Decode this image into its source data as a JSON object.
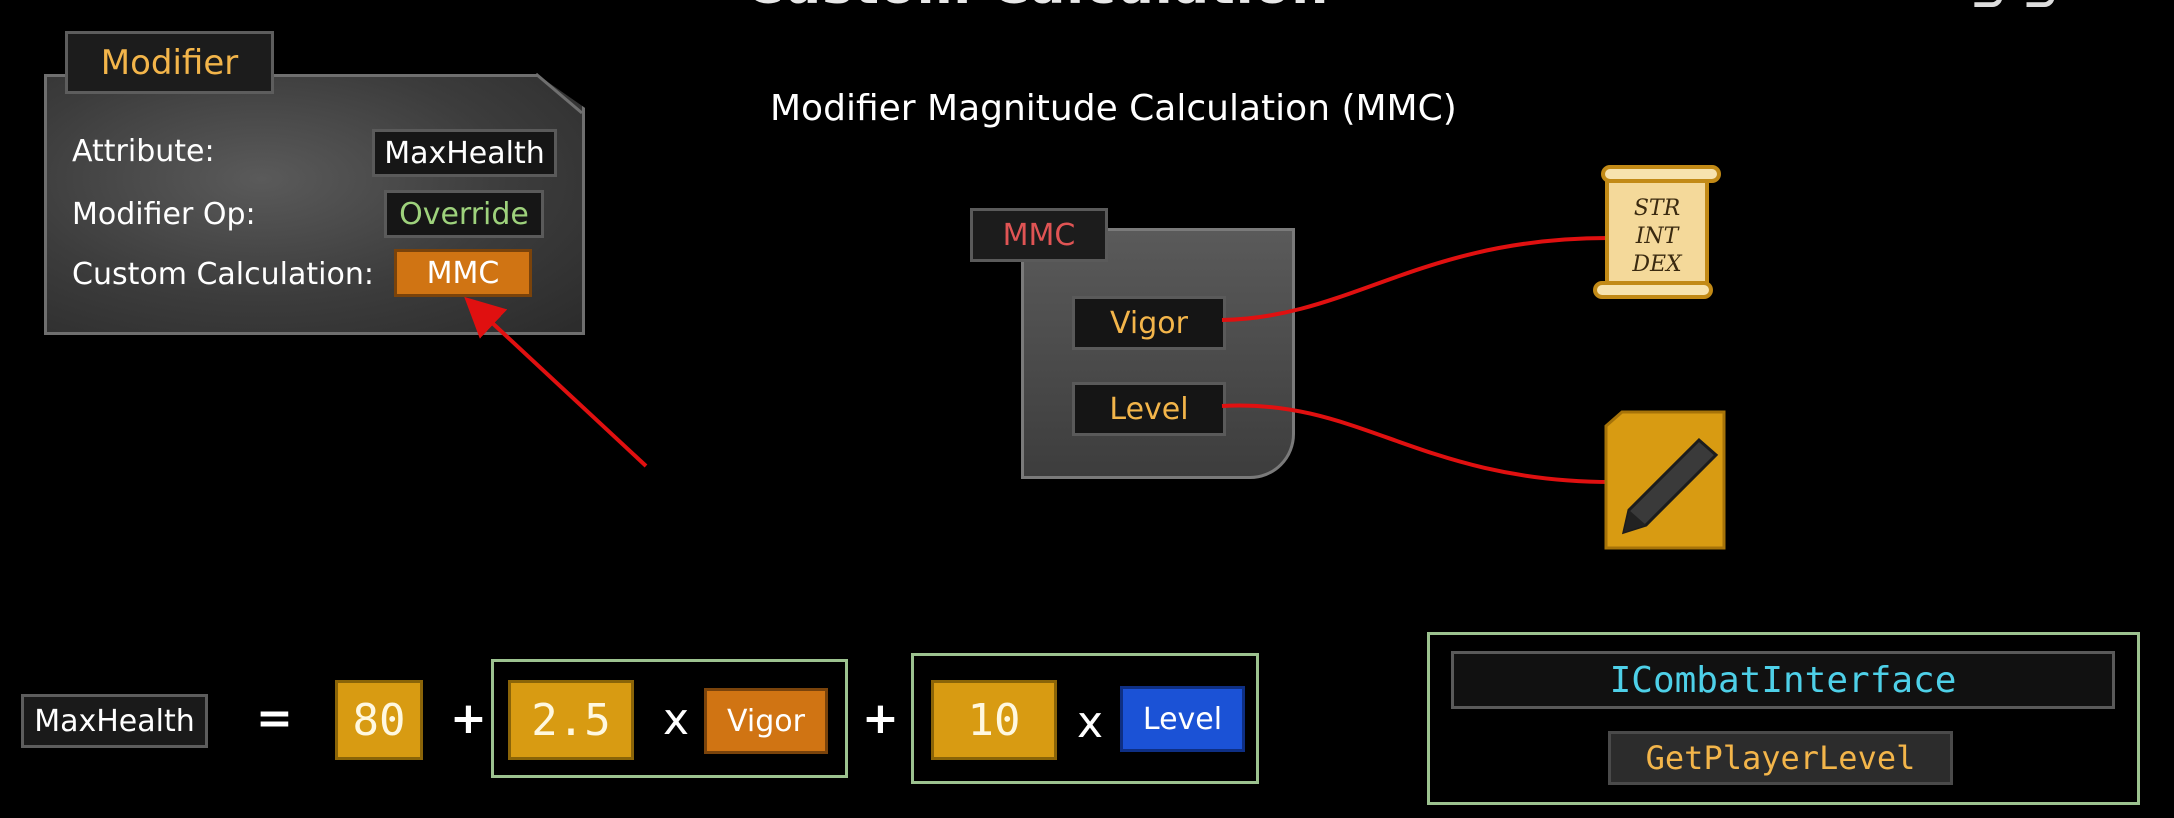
{
  "header": {
    "title": "Custom Calculation"
  },
  "modifier": {
    "tab_label": "Modifier",
    "attribute_label": "Attribute:",
    "attribute_value": "MaxHealth",
    "op_label": "Modifier Op:",
    "op_value": "Override",
    "calc_label": "Custom Calculation:",
    "calc_value": "MMC"
  },
  "mmc": {
    "title": "Modifier Magnitude Calculation (MMC)",
    "tab_label": "MMC",
    "captured": [
      "Vigor",
      "Level"
    ]
  },
  "scroll": {
    "lines": [
      "STR",
      "INT",
      "DEX"
    ]
  },
  "formula": {
    "result": "MaxHealth",
    "equals": "=",
    "base": "80",
    "plus1": "+",
    "coef1": "2.5",
    "times1": "x",
    "var1": "Vigor",
    "plus2": "+",
    "coef2": "10",
    "times2": "x",
    "var2": "Level"
  },
  "interface": {
    "name": "ICombatInterface",
    "function": "GetPlayerLevel"
  },
  "colors": {
    "accent_gold": "#f3b54a",
    "mmc_orange": "#d07413",
    "level_blue": "#1b52d6",
    "connector_red": "#e01010",
    "frame_green": "#9cc28f",
    "interface_cyan": "#4ed0e8",
    "override_green": "#9ed27c"
  }
}
